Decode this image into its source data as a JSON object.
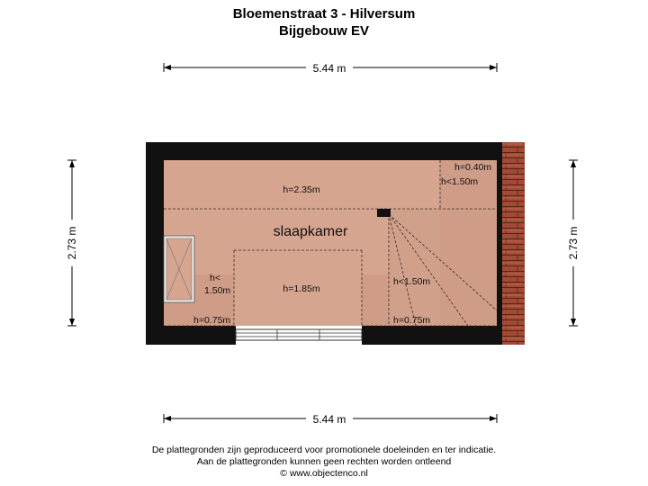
{
  "header": {
    "title": "Bloemenstraat 3 - Hilversum",
    "subtitle": "Bijgebouw EV"
  },
  "dimensions": {
    "top_width": "5.44 m",
    "bottom_width": "5.44 m",
    "left_height": "2.73 m",
    "right_height": "2.73 m"
  },
  "room": {
    "name": "slaapkamer"
  },
  "heights": {
    "main": "h=2.35m",
    "center": "h=1.85m",
    "top_right_a": "h=0.40m",
    "top_right_b": "h<1.50m",
    "left_a": "h<",
    "left_b": "1.50m",
    "right_mid": "h<1.50m",
    "left_low": "h=0.75m",
    "right_low": "h=0.75m"
  },
  "footer": {
    "line1": "De plattegronden zijn geproduceerd voor promotionele doeleinden en ter indicatie.",
    "line2": "Aan de plattegronden kunnen geen rechten worden ontleend",
    "line3": "© www.objectenco.nl"
  },
  "colors": {
    "wall": "#111111",
    "floor_main": "#d6a590",
    "floor_low": "#cf9c87",
    "floor_lower": "#c99480",
    "roof_tile": "#a14a35"
  }
}
